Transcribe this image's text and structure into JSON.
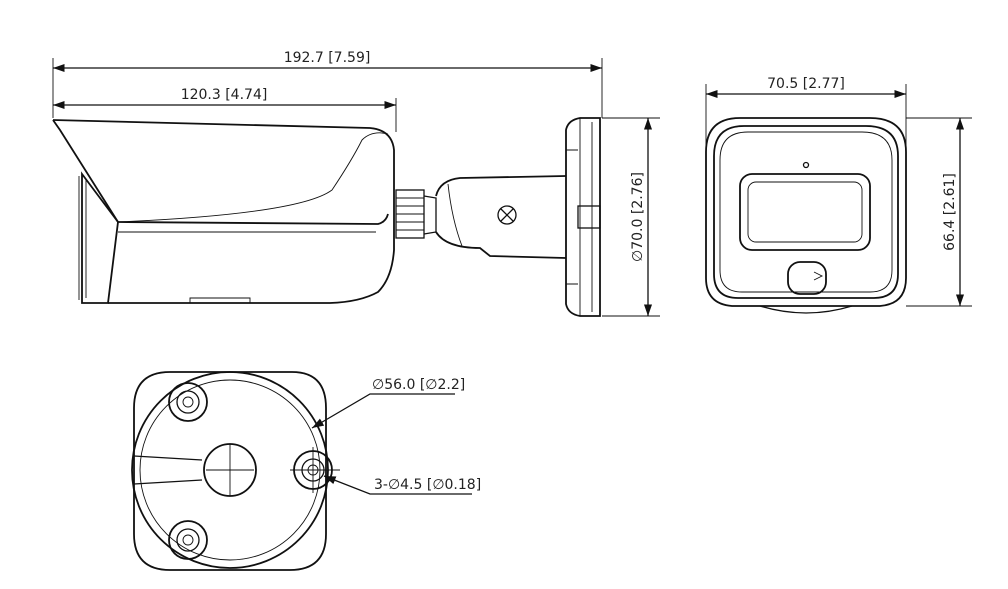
{
  "dimensions": {
    "overall_length": "192.7 [7.59]",
    "body_length": "120.3 [4.74]",
    "mount_diameter": "∅70.0 [2.76]",
    "front_width": "70.5 [2.77]",
    "front_height": "66.4 [2.61]",
    "bolt_circle": "∅56.0 [∅2.2]",
    "hole_spec": "3-∅4.5 [∅0.18]"
  },
  "colors": {
    "line": "#111111",
    "background": "#ffffff"
  }
}
